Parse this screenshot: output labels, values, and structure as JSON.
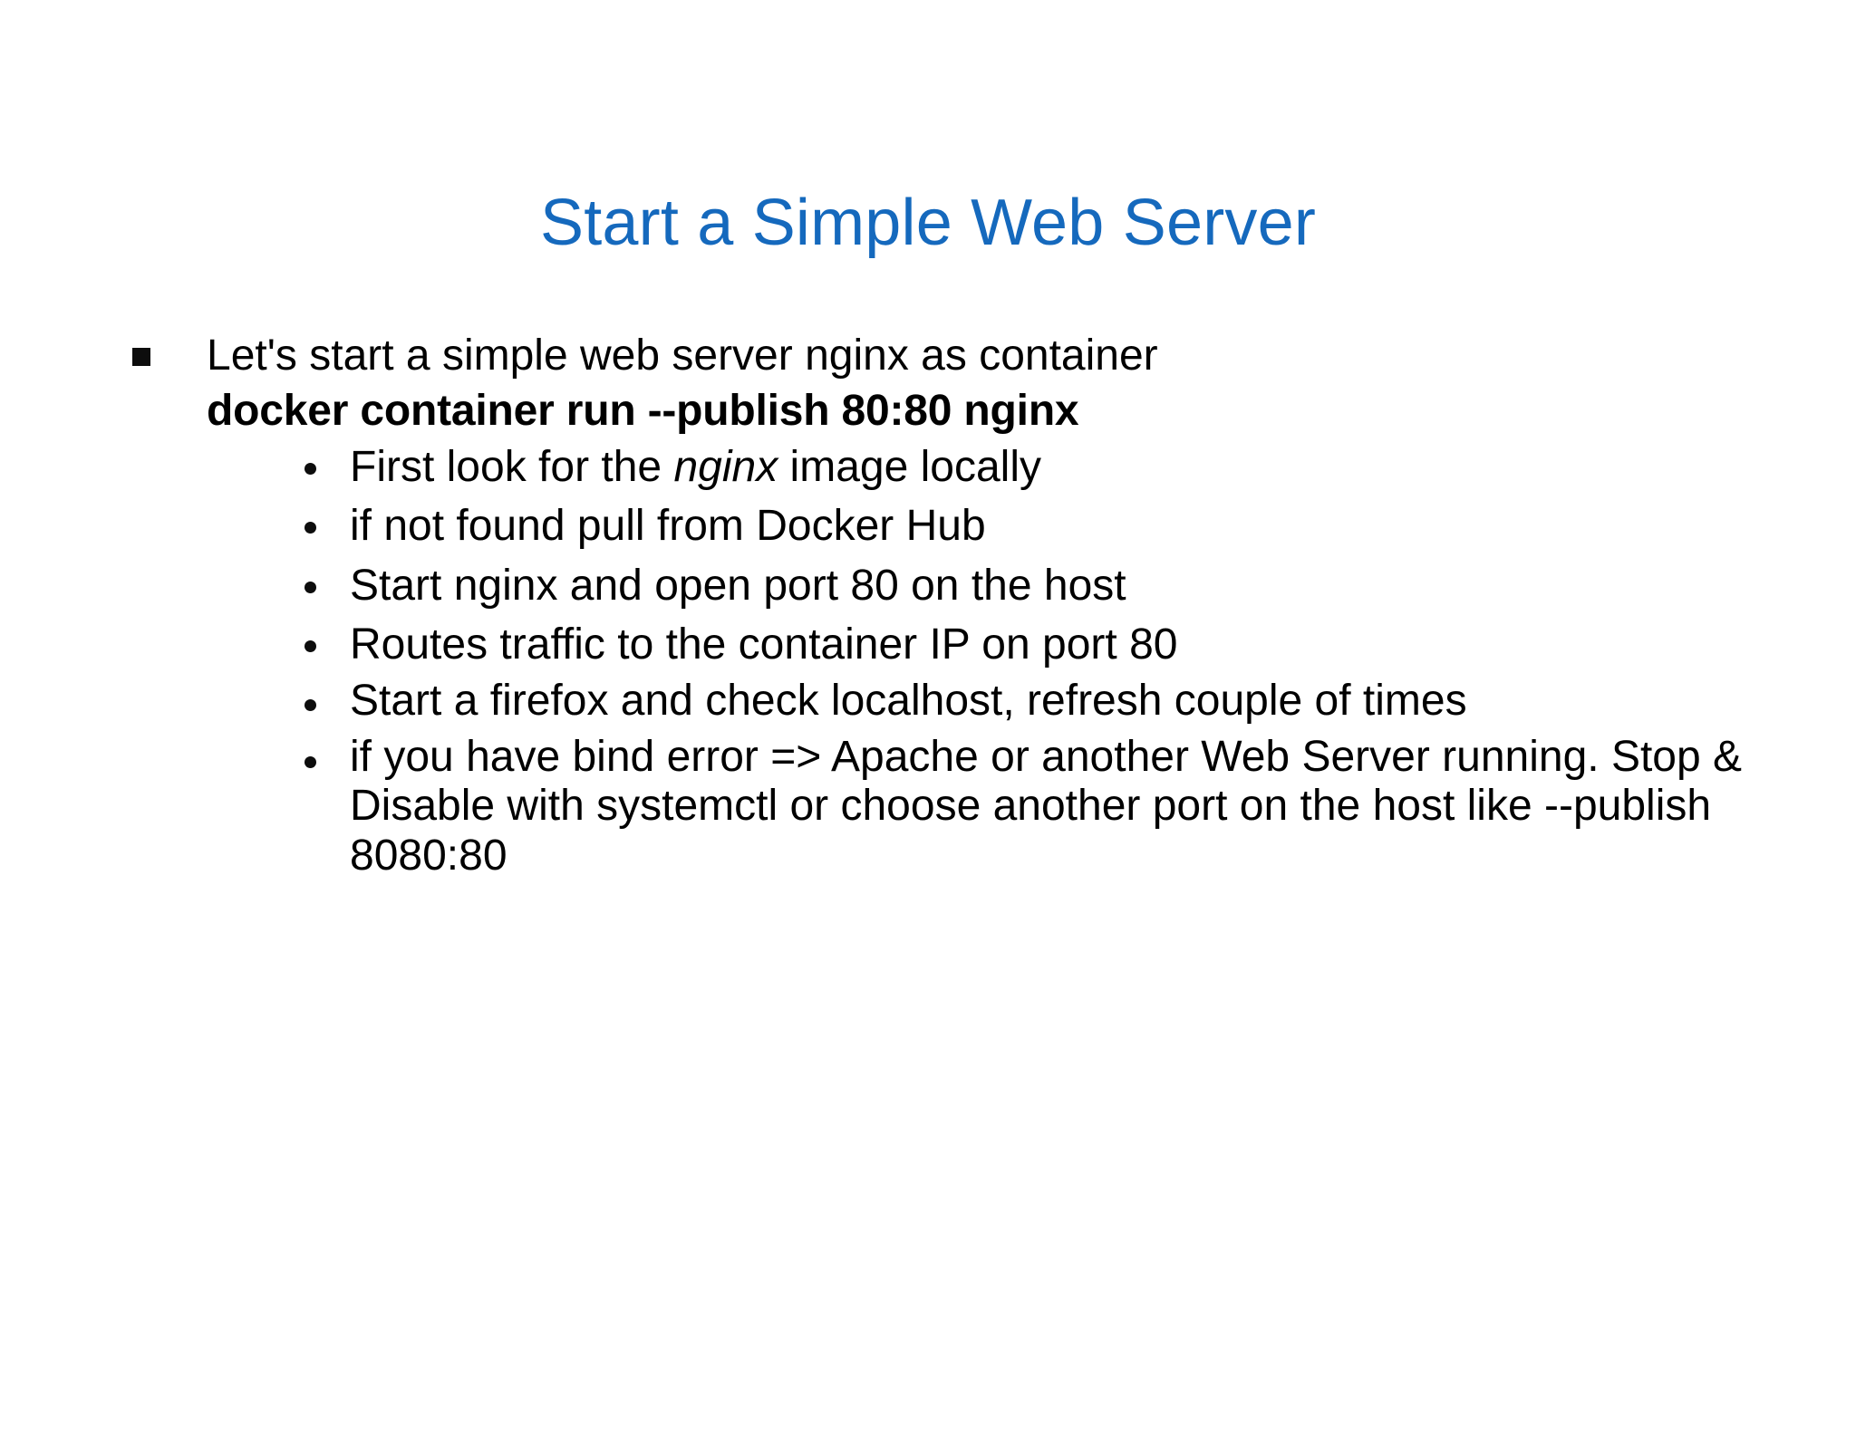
{
  "slide": {
    "title": "Start a Simple Web Server",
    "title_color": "#1569BD",
    "background_color": "#FFFFFF",
    "text_color": "#000000",
    "bullets": {
      "level1": {
        "marker": "square-bullet",
        "line1": "Let's start a simple web server nginx as container",
        "command": "docker container run --publish 80:80 nginx"
      },
      "level2_marker": "round-bullet",
      "level2": [
        {
          "prefix": "First look for the ",
          "italic": "nginx",
          "suffix": " image locally",
          "full": "First look for the nginx image locally"
        },
        {
          "full": "if not found pull from Docker Hub"
        },
        {
          "full": "Start nginx and open port 80 on the host"
        },
        {
          "full": "Routes traffic to the container IP on port 80"
        },
        {
          "full": "Start a firefox and check localhost, refresh couple of times"
        },
        {
          "full": "if you have bind error => Apache or another Web Server running. Stop & Disable with systemctl or choose another port on the host like --publish 8080:80"
        }
      ]
    }
  }
}
